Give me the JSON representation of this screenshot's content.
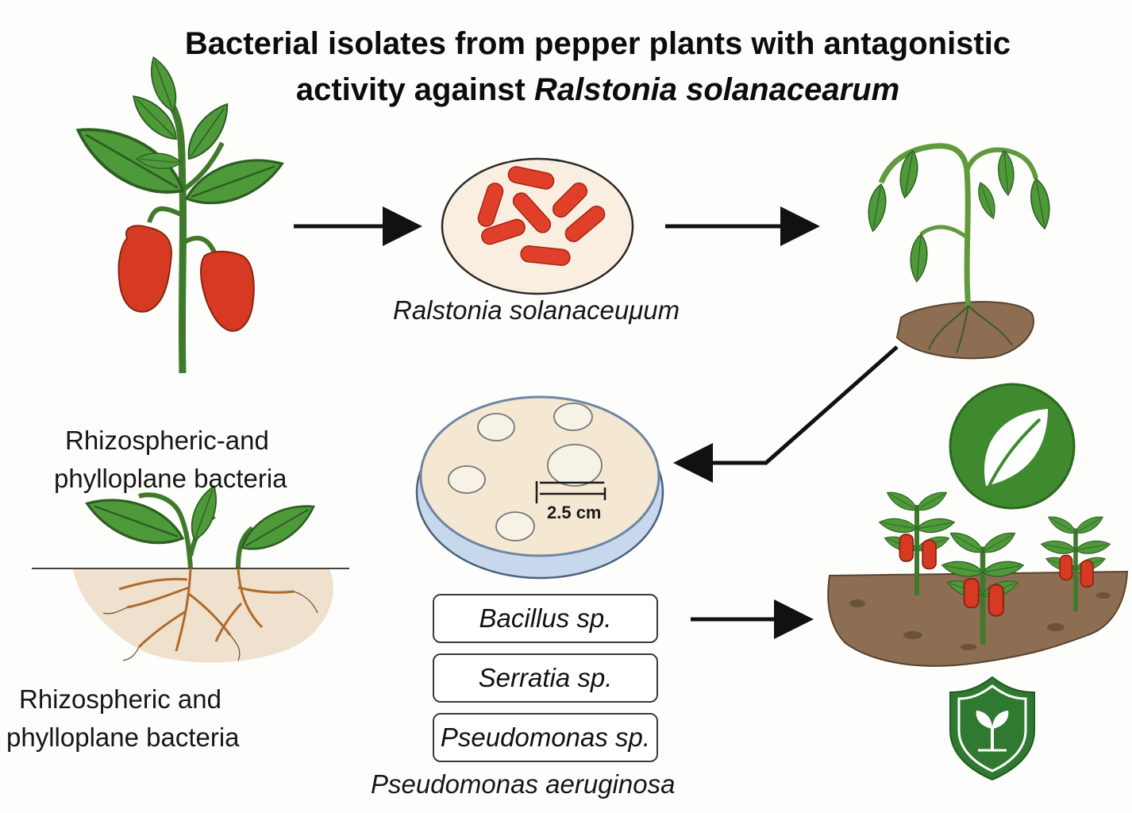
{
  "title": {
    "line1": "Bacterial isolates from pepper plants with antagonistic",
    "line2_plain": "activity against ",
    "line2_italic": "Ralstonia solanacearum"
  },
  "labels": {
    "pathogen": "Ralstonia solanaceuμum",
    "group_upper_1": "Rhizospheric-and",
    "group_upper_2": "phylloplane bacteria",
    "group_lower_1": "Rhizospheric and",
    "group_lower_2": "phylloplane bacteria",
    "scale": "2.5 cm",
    "bottom_species": "Pseudomonas aeruginosa"
  },
  "isolates": [
    "Bacillus sp.",
    "Serratia sp.",
    "Pseudomonas sp."
  ],
  "icons": [
    "pepper-plant-icon",
    "bacteria-culture-icon",
    "wilted-plant-icon",
    "seedling-roots-icon",
    "petri-dish-icon",
    "leaf-badge-icon",
    "healthy-pepper-field-icon",
    "shield-sprout-icon"
  ],
  "colors": {
    "leaf": "#4e9a3a",
    "pepper": "#d63a22",
    "soil": "#8d6e52",
    "badge": "#3f8a2e",
    "dish_rim": "#9db8d8"
  }
}
